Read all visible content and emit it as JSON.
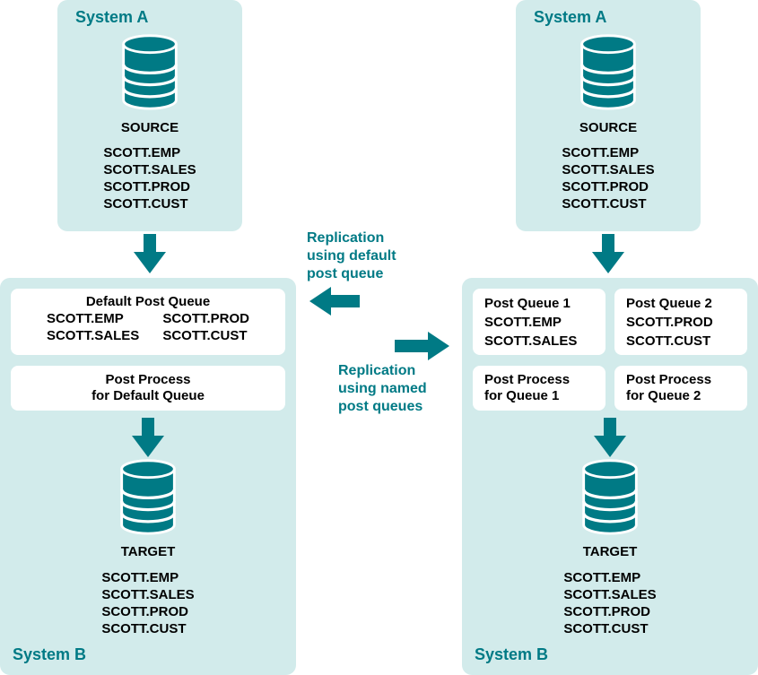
{
  "colors": {
    "teal": "#007A85",
    "panel": "#D2EBEB",
    "box": "#FFFFFF",
    "text": "#000000"
  },
  "icons": {
    "database": "database-cylinder-icon",
    "down_arrow": "block-arrow-down-icon",
    "left_arrow": "block-arrow-left-icon",
    "right_arrow": "block-arrow-right-icon"
  },
  "default_queue_flow": {
    "system_a": {
      "title": "System A",
      "db_label": "SOURCE",
      "tables": [
        "SCOTT.EMP",
        "SCOTT.SALES",
        "SCOTT.PROD",
        "SCOTT.CUST"
      ]
    },
    "system_b": {
      "title": "System B",
      "default_queue": {
        "title": "Default Post Queue",
        "col1": [
          "SCOTT.EMP",
          "SCOTT.SALES"
        ],
        "col2": [
          "SCOTT.PROD",
          "SCOTT.CUST"
        ]
      },
      "post_process": "Post Process\nfor Default Queue",
      "db_label": "TARGET",
      "tables": [
        "SCOTT.EMP",
        "SCOTT.SALES",
        "SCOTT.PROD",
        "SCOTT.CUST"
      ]
    }
  },
  "named_queue_flow": {
    "system_a": {
      "title": "System A",
      "db_label": "SOURCE",
      "tables": [
        "SCOTT.EMP",
        "SCOTT.SALES",
        "SCOTT.PROD",
        "SCOTT.CUST"
      ]
    },
    "system_b": {
      "title": "System B",
      "queue1": {
        "title": "Post Queue 1",
        "tables": [
          "SCOTT.EMP",
          "SCOTT.SALES"
        ]
      },
      "queue2": {
        "title": "Post Queue 2",
        "tables": [
          "SCOTT.PROD",
          "SCOTT.CUST"
        ]
      },
      "process1": "Post Process\nfor Queue 1",
      "process2": "Post Process\nfor Queue 2",
      "db_label": "TARGET",
      "tables": [
        "SCOTT.EMP",
        "SCOTT.SALES",
        "SCOTT.PROD",
        "SCOTT.CUST"
      ]
    }
  },
  "annotations": {
    "replication_default": "Replication\nusing default\npost queue",
    "replication_named": "Replication\nusing named\npost queues"
  }
}
